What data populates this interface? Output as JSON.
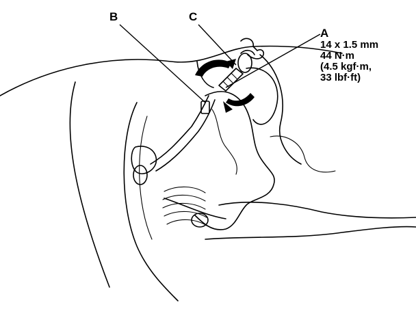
{
  "labels": {
    "a": "A",
    "b": "B",
    "c": "C"
  },
  "spec_lines": [
    "14 x 1.5 mm",
    "44 N·m",
    "(4.5 kgf·m,",
    "33 lbf·ft)"
  ],
  "icons": {
    "rotation": "curved-rotation-arrow-icon",
    "wrench": "wrench-icon"
  },
  "colors": {
    "ink": "#000000",
    "background": "#ffffff"
  }
}
